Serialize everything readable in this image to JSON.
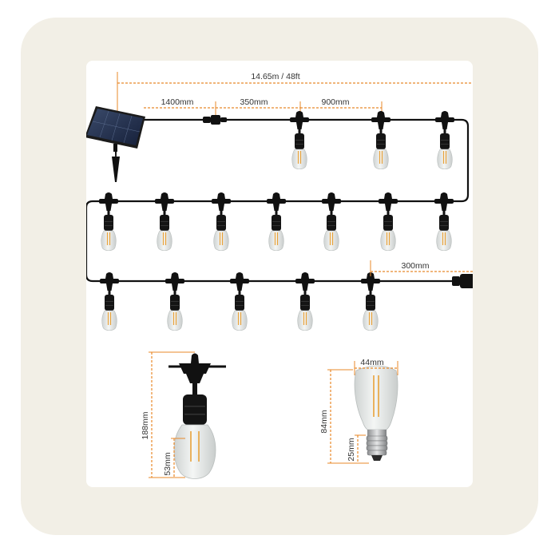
{
  "labels": {
    "total_length": "14.65m / 48ft",
    "lead_length": "1400mm",
    "connector_gap": "350mm",
    "bulb_spacing": "900mm",
    "tail_length": "300mm",
    "socket_height": "188mm",
    "bulb_drop": "53mm",
    "bulb_width": "44mm",
    "bulb_height": "84mm",
    "base_height": "25mm"
  },
  "colors": {
    "background": "#ffffff",
    "frame": "#f2efe6",
    "accent": "#e8892a",
    "cable": "#111111",
    "glass": "#e6e9e8",
    "filament": "#e8a23a"
  },
  "icons": {
    "solar_panel": "solar-panel-icon",
    "bulb": "s14-bulb-icon",
    "plug": "plug-connector-icon"
  }
}
